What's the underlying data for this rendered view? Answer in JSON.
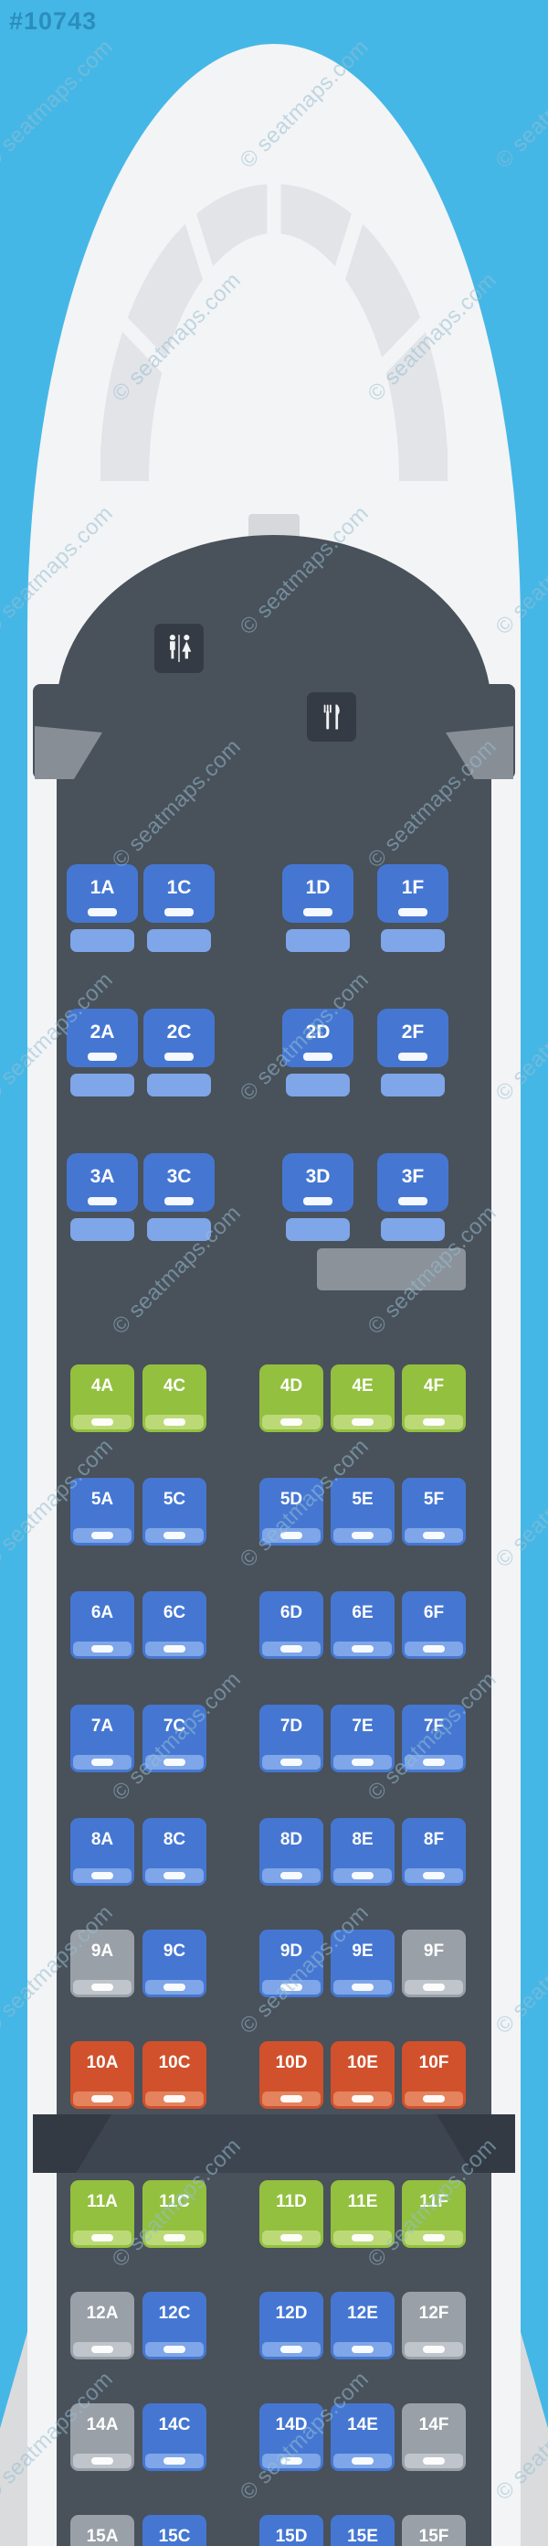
{
  "map_id": "#10743",
  "watermark": {
    "text": "© seatmaps.com"
  },
  "facilities": {
    "lavatory": "lavatory-icon",
    "galley": "galley-icon"
  },
  "colors": {
    "background": "#45b7e6",
    "fuselage": "#f3f4f6",
    "windshield": "#e2e4e8",
    "cabin": "#49515a",
    "exit_band": "#3d4550",
    "facility_tile": "#343b44",
    "galley_block": "#8b929a",
    "door_wedge": "#878e96",
    "wing": "#d9dbdd",
    "seat_blue": "#4577d2",
    "seat_blue_light": "#7ea6e8",
    "seat_green": "#93c03f",
    "seat_green_light": "#bcd977",
    "seat_red": "#d0512c",
    "seat_red_light": "#e4835d",
    "seat_gray": "#99a0a8",
    "seat_gray_light": "#c0c5cb",
    "watermark": "rgba(150,190,210,0.55)",
    "map_id_color": "rgba(10,90,140,0.45)"
  },
  "seat_map": {
    "rows": [
      {
        "row": "1",
        "class": "business",
        "seats": [
          {
            "id": "1A",
            "color": "blue"
          },
          {
            "id": "1C",
            "color": "blue"
          },
          {
            "id": "1D",
            "color": "blue"
          },
          {
            "id": "1F",
            "color": "blue"
          }
        ]
      },
      {
        "row": "2",
        "class": "business",
        "seats": [
          {
            "id": "2A",
            "color": "blue"
          },
          {
            "id": "2C",
            "color": "blue"
          },
          {
            "id": "2D",
            "color": "blue"
          },
          {
            "id": "2F",
            "color": "blue"
          }
        ]
      },
      {
        "row": "3",
        "class": "business",
        "seats": [
          {
            "id": "3A",
            "color": "blue"
          },
          {
            "id": "3C",
            "color": "blue"
          },
          {
            "id": "3D",
            "color": "blue"
          },
          {
            "id": "3F",
            "color": "blue"
          }
        ]
      },
      {
        "row": "4",
        "class": "economy",
        "seats": [
          {
            "id": "4A",
            "color": "green"
          },
          {
            "id": "4C",
            "color": "green"
          },
          {
            "id": "4D",
            "color": "green"
          },
          {
            "id": "4E",
            "color": "green"
          },
          {
            "id": "4F",
            "color": "green"
          }
        ]
      },
      {
        "row": "5",
        "class": "economy",
        "seats": [
          {
            "id": "5A",
            "color": "blue"
          },
          {
            "id": "5C",
            "color": "blue"
          },
          {
            "id": "5D",
            "color": "blue"
          },
          {
            "id": "5E",
            "color": "blue"
          },
          {
            "id": "5F",
            "color": "blue"
          }
        ]
      },
      {
        "row": "6",
        "class": "economy",
        "seats": [
          {
            "id": "6A",
            "color": "blue"
          },
          {
            "id": "6C",
            "color": "blue"
          },
          {
            "id": "6D",
            "color": "blue"
          },
          {
            "id": "6E",
            "color": "blue"
          },
          {
            "id": "6F",
            "color": "blue"
          }
        ]
      },
      {
        "row": "7",
        "class": "economy",
        "seats": [
          {
            "id": "7A",
            "color": "blue"
          },
          {
            "id": "7C",
            "color": "blue"
          },
          {
            "id": "7D",
            "color": "blue"
          },
          {
            "id": "7E",
            "color": "blue"
          },
          {
            "id": "7F",
            "color": "blue"
          }
        ]
      },
      {
        "row": "8",
        "class": "economy",
        "seats": [
          {
            "id": "8A",
            "color": "blue"
          },
          {
            "id": "8C",
            "color": "blue"
          },
          {
            "id": "8D",
            "color": "blue"
          },
          {
            "id": "8E",
            "color": "blue"
          },
          {
            "id": "8F",
            "color": "blue"
          }
        ]
      },
      {
        "row": "9",
        "class": "economy",
        "seats": [
          {
            "id": "9A",
            "color": "gray"
          },
          {
            "id": "9C",
            "color": "blue"
          },
          {
            "id": "9D",
            "color": "blue"
          },
          {
            "id": "9E",
            "color": "blue"
          },
          {
            "id": "9F",
            "color": "gray"
          }
        ]
      },
      {
        "row": "10",
        "class": "economy",
        "seats": [
          {
            "id": "10A",
            "color": "red"
          },
          {
            "id": "10C",
            "color": "red"
          },
          {
            "id": "10D",
            "color": "red"
          },
          {
            "id": "10E",
            "color": "red"
          },
          {
            "id": "10F",
            "color": "red"
          }
        ]
      },
      {
        "row": "11",
        "class": "economy",
        "seats": [
          {
            "id": "11A",
            "color": "green"
          },
          {
            "id": "11C",
            "color": "green"
          },
          {
            "id": "11D",
            "color": "green"
          },
          {
            "id": "11E",
            "color": "green"
          },
          {
            "id": "11F",
            "color": "green"
          }
        ]
      },
      {
        "row": "12",
        "class": "economy",
        "seats": [
          {
            "id": "12A",
            "color": "gray"
          },
          {
            "id": "12C",
            "color": "blue"
          },
          {
            "id": "12D",
            "color": "blue"
          },
          {
            "id": "12E",
            "color": "blue"
          },
          {
            "id": "12F",
            "color": "gray"
          }
        ]
      },
      {
        "row": "14",
        "class": "economy",
        "seats": [
          {
            "id": "14A",
            "color": "gray"
          },
          {
            "id": "14C",
            "color": "blue"
          },
          {
            "id": "14D",
            "color": "blue"
          },
          {
            "id": "14E",
            "color": "blue"
          },
          {
            "id": "14F",
            "color": "gray"
          }
        ]
      },
      {
        "row": "15",
        "class": "economy",
        "seats": [
          {
            "id": "15A",
            "color": "gray"
          },
          {
            "id": "15C",
            "color": "blue"
          },
          {
            "id": "15D",
            "color": "blue"
          },
          {
            "id": "15E",
            "color": "blue"
          },
          {
            "id": "15F",
            "color": "gray"
          }
        ]
      }
    ]
  }
}
